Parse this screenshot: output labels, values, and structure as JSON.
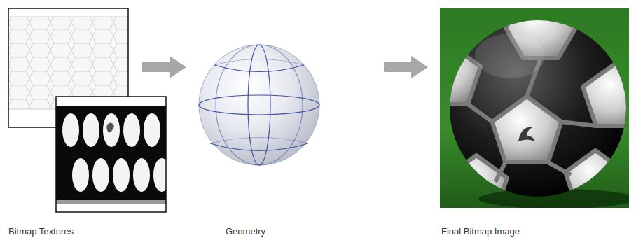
{
  "diagram": {
    "nodes": [
      {
        "text": [
          "Bitmap Textures"
        ]
      },
      {
        "text": [
          "Geometry"
        ]
      },
      {
        "text": [
          "Final Bitmap Image"
        ]
      }
    ],
    "edges": [
      {
        "from": 0,
        "to": 1,
        "arrow": "to"
      },
      {
        "from": 1,
        "to": 2,
        "arrow": "to"
      }
    ]
  }
}
